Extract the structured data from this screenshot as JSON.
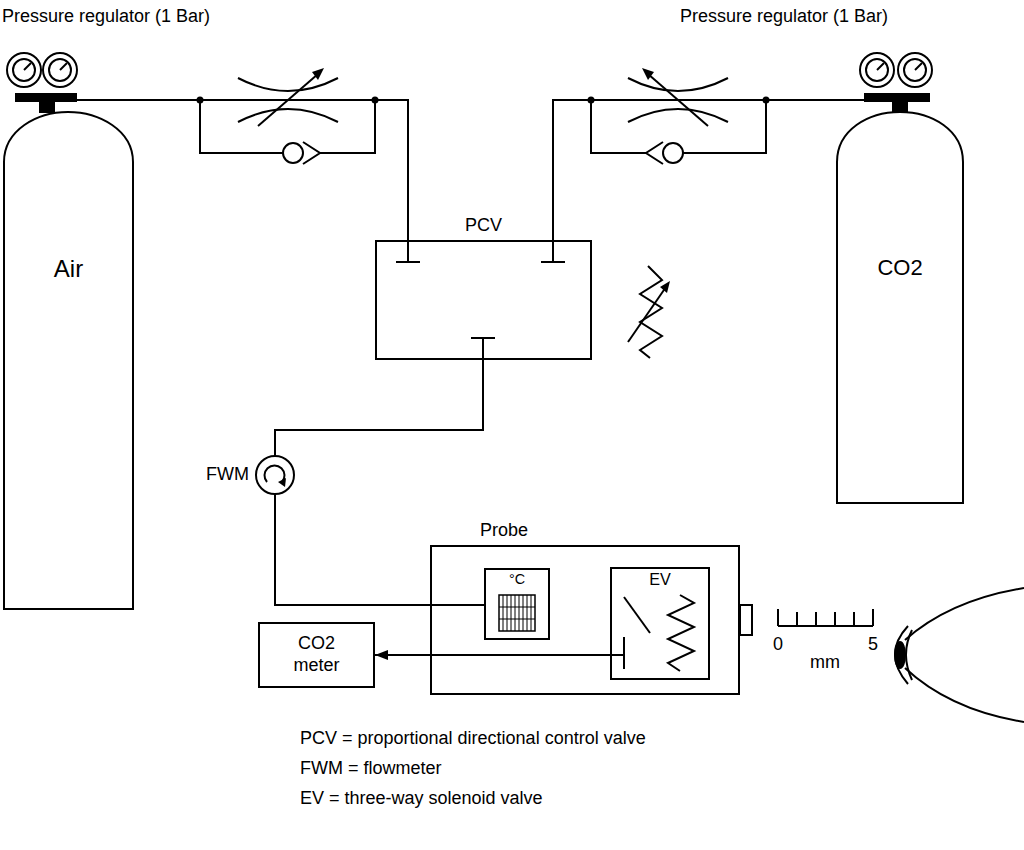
{
  "diagram": {
    "nodes": [
      {
        "text": [
          "Air"
        ]
      },
      {
        "text": [
          "PCV"
        ]
      },
      {
        "text": [
          "CO2"
        ]
      },
      {
        "text": [
          "FWM"
        ]
      },
      {
        "text": [
          "Probe"
        ]
      },
      {
        "text": [
          "°C"
        ],
        "in": 4
      },
      {
        "text": [
          "EV"
        ],
        "in": 4
      },
      {
        "text": [
          "CO2 meter"
        ]
      }
    ],
    "edges": [
      {
        "from": 0,
        "to": 1,
        "arrow": "none"
      },
      {
        "from": 2,
        "to": 1,
        "arrow": "none"
      },
      {
        "from": 1,
        "to": 3,
        "arrow": "none"
      },
      {
        "from": 3,
        "to": 5,
        "arrow": "none"
      },
      {
        "from": 6,
        "to": 7,
        "arrow": "to"
      }
    ],
    "labels": [
      "Pressure regulator (1 Bar)",
      "Pressure regulator (1 Bar)",
      "0",
      "5",
      "mm",
      "PCV = proportional directional control valve",
      "FWM = flowmeter",
      "EV = three-way solenoid valve"
    ]
  }
}
